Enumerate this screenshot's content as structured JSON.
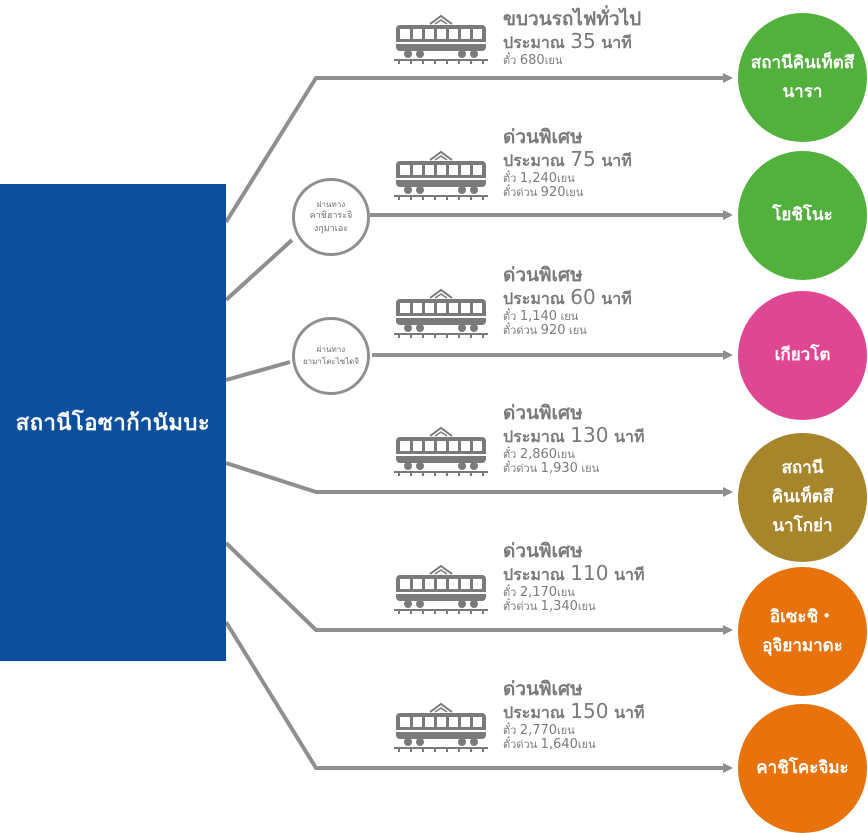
{
  "origin": {
    "label": "สถานีโอซาก้านัมบะ",
    "color": "#0b4f9d"
  },
  "line_color": "#8f8f8f",
  "routes": [
    {
      "service": "ขบวนรถไฟทั่วไป",
      "duration_prefix": "ประมาณ",
      "duration_value": "35",
      "duration_unit": "นาที",
      "fare_regular_label": "ตั๋ว",
      "fare_regular_value": "680",
      "fare_regular_unit": "เยน",
      "fare_express_label": "",
      "fare_express_value": "",
      "fare_express_unit": "",
      "destination": "สถานีคินเท็ตสึ\nนารา",
      "color": "#52b03d"
    },
    {
      "service": "ด่วนพิเศษ",
      "duration_prefix": "ประมาณ",
      "duration_value": "75",
      "duration_unit": "นาที",
      "fare_regular_label": "ตั๋ว",
      "fare_regular_value": "1,240",
      "fare_regular_unit": "เยน",
      "fare_express_label": "ตั๋วด่วน",
      "fare_express_value": "920",
      "fare_express_unit": "เยน",
      "destination": "โยชิโนะ",
      "color": "#52b03d"
    },
    {
      "service": "ด่วนพิเศษ",
      "duration_prefix": "ประมาณ",
      "duration_value": "60",
      "duration_unit": "นาที",
      "fare_regular_label": "ตั๋ว",
      "fare_regular_value": "1,140",
      "fare_regular_unit": "เยน",
      "fare_express_label": "ตั๋วด่วน",
      "fare_express_value": "920",
      "fare_express_unit": "เยน",
      "destination": "เกียวโต",
      "color": "#e04793"
    },
    {
      "service": "ด่วนพิเศษ",
      "duration_prefix": "ประมาณ",
      "duration_value": "130",
      "duration_unit": "นาที",
      "fare_regular_label": "ตั๋ว",
      "fare_regular_value": "2,860",
      "fare_regular_unit": "เยน",
      "fare_express_label": "ตั๋วด่วน",
      "fare_express_value": "1,930",
      "fare_express_unit": "เยน",
      "destination": "สถานี\nคินเท็ตสึ\nนาโกย่า",
      "color": "#a7852b"
    },
    {
      "service": "ด่วนพิเศษ",
      "duration_prefix": "ประมาณ",
      "duration_value": "110",
      "duration_unit": "นาที",
      "fare_regular_label": "ตั๋ว",
      "fare_regular_value": "2,170",
      "fare_regular_unit": "เยน",
      "fare_express_label": "ตั๋วด่วน",
      "fare_express_value": "1,340",
      "fare_express_unit": "เยน",
      "destination": "อิเซะชิ・\nอุจิยามาดะ",
      "color": "#e8720c"
    },
    {
      "service": "ด่วนพิเศษ",
      "duration_prefix": "ประมาณ",
      "duration_value": "150",
      "duration_unit": "นาที",
      "fare_regular_label": "ตั๋ว",
      "fare_regular_value": "2,770",
      "fare_regular_unit": "เยน",
      "fare_express_label": "ตั๋วด่วน",
      "fare_express_value": "1,640",
      "fare_express_unit": "เยน",
      "destination": "คาชิโคะจิมะ",
      "color": "#e8720c"
    }
  ],
  "via": [
    {
      "title": "ผ่านทาง",
      "name": "คาชิฮาระจิ\nงกุมาเอะ"
    },
    {
      "title": "ผ่านทาง",
      "name": "ยามาโตะไซไดจิ"
    }
  ]
}
